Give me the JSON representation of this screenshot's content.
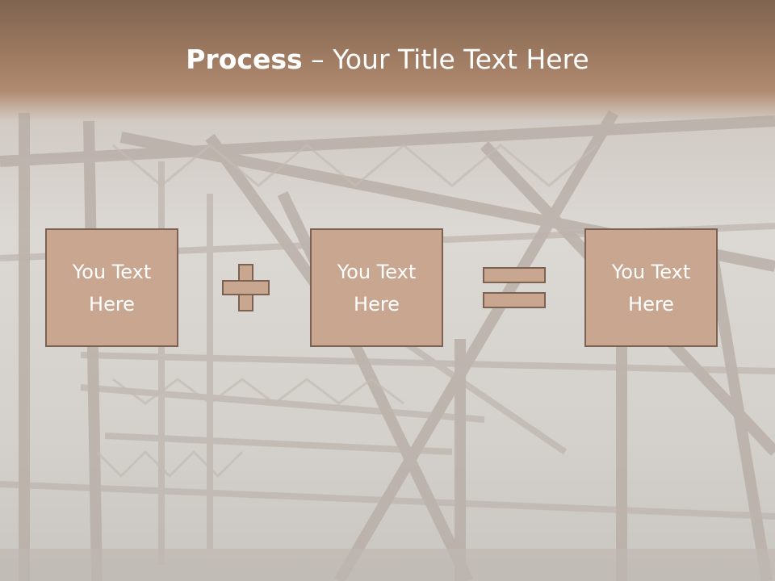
{
  "slide": {
    "title_bold": "Process",
    "title_rest": " – Your Title Text Here",
    "boxes": [
      {
        "text": "You Text\nHere"
      },
      {
        "text": "You Text\nHere"
      },
      {
        "text": "You Text\nHere"
      }
    ],
    "colors": {
      "header": "#9d7a61",
      "box_fill": "#c9a690",
      "box_border": "#7b6252",
      "text": "#ffffff"
    },
    "background_image": "steel-truss-bridge-photo"
  }
}
